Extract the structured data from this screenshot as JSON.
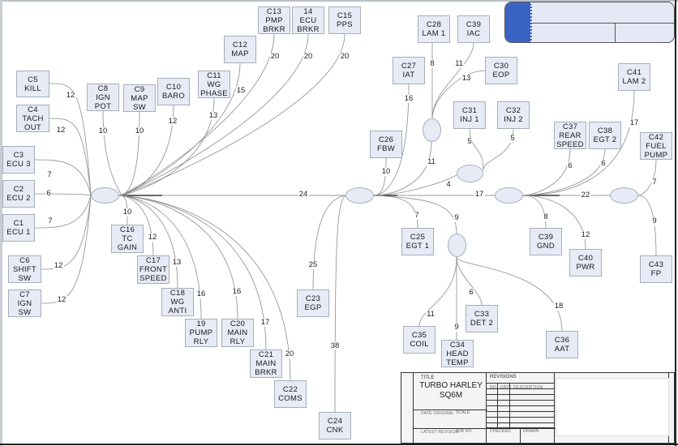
{
  "document": {
    "title_label": "TITLE",
    "title": "TURBO HARLEY\nSQ6M",
    "revisions_label": "REVISIONS",
    "rev_cols": [
      "NO.",
      "DATE",
      "DESCRIPTION"
    ],
    "date_original_label": "DATE ORIGINAL",
    "scale_label": "SCALE",
    "latest_revision_label": "LATEST REVISION",
    "job_no_label": "JOB NO.",
    "checked_label": "CHECKED",
    "drawn_label": "DRAWN"
  },
  "colors": {
    "connector_fill": "#e6ebf6",
    "connector_border": "#a6aebb",
    "wire": "#8c8c8c",
    "trunk": "#111111",
    "header_accent": "#3b63c4"
  },
  "connectors": [
    {
      "id": "C5",
      "label": "C5\nKILL"
    },
    {
      "id": "C4",
      "label": "C4\nTACH\nOUT"
    },
    {
      "id": "C3",
      "label": "C3\nECU 3"
    },
    {
      "id": "C2",
      "label": "C2\nECU 2"
    },
    {
      "id": "C1",
      "label": "C1\nECU 1"
    },
    {
      "id": "C6",
      "label": "C6\nSHIFT\nSW"
    },
    {
      "id": "C7",
      "label": "C7\nIGN\nSW"
    },
    {
      "id": "C8",
      "label": "C8\nIGN\nPOT"
    },
    {
      "id": "C9",
      "label": "C9\nMAP\nSW"
    },
    {
      "id": "C10",
      "label": "C10\nBARO"
    },
    {
      "id": "C11",
      "label": "C11\nWG\nPHASE"
    },
    {
      "id": "C12",
      "label": "C12\nMAP"
    },
    {
      "id": "C13",
      "label": "C13\nPMP\nBRKR"
    },
    {
      "id": "14",
      "label": "14\nECU\nBRKR"
    },
    {
      "id": "C15",
      "label": "C15\nPPS"
    },
    {
      "id": "C16",
      "label": "C16\nTC\nGAIN"
    },
    {
      "id": "C17",
      "label": "C17\nFRONT\nSPEED"
    },
    {
      "id": "C18",
      "label": "C18\nWG\nANTI"
    },
    {
      "id": "19",
      "label": "19\nPUMP\nRLY"
    },
    {
      "id": "C20",
      "label": "C20\nMAIN\nRLY"
    },
    {
      "id": "C21",
      "label": "C21\nMAIN\nBRKR"
    },
    {
      "id": "C22",
      "label": "C22\nCOMS"
    },
    {
      "id": "C23",
      "label": "C23\nEGP"
    },
    {
      "id": "C24",
      "label": "C24\nCNK"
    },
    {
      "id": "C25",
      "label": "C25\nEGT 1"
    },
    {
      "id": "C26",
      "label": "C26\nFBW"
    },
    {
      "id": "C27",
      "label": "C27\nIAT"
    },
    {
      "id": "C28",
      "label": "C28\nLAM 1"
    },
    {
      "id": "C39a",
      "label": "C39\nIAC"
    },
    {
      "id": "C30",
      "label": "C30\nEOP"
    },
    {
      "id": "C31",
      "label": "C31\nINJ 1"
    },
    {
      "id": "C32",
      "label": "C32\nINJ 2"
    },
    {
      "id": "C33",
      "label": "C33\nDET 2"
    },
    {
      "id": "C34",
      "label": "C34\nHEAD\nTEMP"
    },
    {
      "id": "C35",
      "label": "C35\nCOIL"
    },
    {
      "id": "C36",
      "label": "C36\nAAT"
    },
    {
      "id": "C37",
      "label": "C37\nREAR\nSPEED"
    },
    {
      "id": "C38",
      "label": "C38\nEGT 2"
    },
    {
      "id": "C39b",
      "label": "C39\nGND"
    },
    {
      "id": "C40",
      "label": "C40\nPWR"
    },
    {
      "id": "C41",
      "label": "C41\nLAM 2"
    },
    {
      "id": "C42",
      "label": "C42\nFUEL\nPUMP"
    },
    {
      "id": "C43",
      "label": "C43\nFP"
    }
  ],
  "wire_lengths": {
    "C5": "12",
    "C4": "12",
    "C3": "7",
    "C2": "6",
    "C1": "7",
    "C6": "12",
    "C7": "12",
    "C8": "10",
    "C9": "10",
    "C10": "12",
    "C11": "13",
    "C12": "15",
    "C13": "20",
    "14": "20",
    "C15": "20",
    "C16": "10",
    "C17": "12",
    "C18": "13",
    "19": "16",
    "C20": "16",
    "C21": "17",
    "C22": "20",
    "trunk_A_B": "24",
    "C23": "25",
    "C24": "38",
    "C25": "7",
    "C26": "10",
    "C27": "16",
    "B_to_D": "11",
    "C28": "8",
    "C39a": "11",
    "C30": "13",
    "B_to_E": "4",
    "C31": "5",
    "C32": "5",
    "B_to_F": "9",
    "C33": "6",
    "C34": "9",
    "C35": "11",
    "C36": "18",
    "trunk_B_G": "17",
    "C37": "6",
    "C38": "6",
    "C41": "17",
    "C39b": "8",
    "C40": "12",
    "trunk_G_H": "22",
    "C42": "7",
    "C43": "9"
  }
}
